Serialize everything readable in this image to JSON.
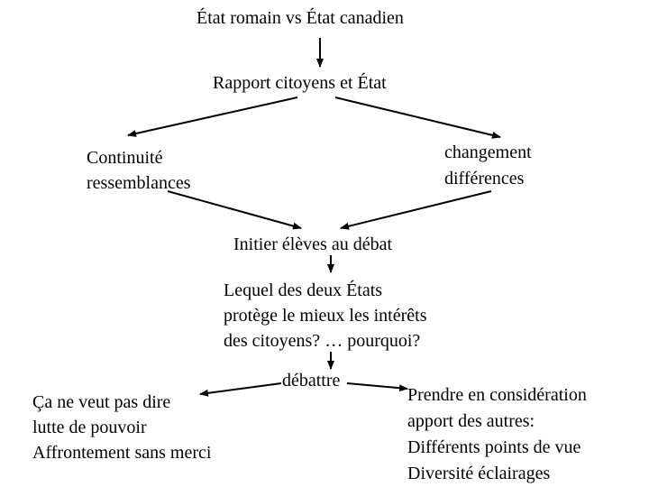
{
  "title": "État romain vs État canadien",
  "rapport": "Rapport citoyens et État",
  "left_branch": {
    "line1": "Continuité",
    "line2": "ressemblances"
  },
  "right_branch": {
    "line1": "changement",
    "line2": "différences"
  },
  "initier": "Initier élèves au débat",
  "question": {
    "line1": "Lequel des deux États",
    "line2": "protège le mieux les intérêts",
    "line3": "des citoyens?  … pourquoi?"
  },
  "debattre": "débattre",
  "left_result": {
    "line1": "Ça ne veut pas dire",
    "line2": "lutte de pouvoir",
    "line3": "Affrontement sans merci"
  },
  "right_result": {
    "line1": "Prendre en considération",
    "line2": "apport des autres:",
    "line3": "Différents points de vue",
    "line4": "Diversité éclairages"
  },
  "colors": {
    "text": "#000000",
    "arrow": "#000000",
    "background": "#ffffff"
  }
}
